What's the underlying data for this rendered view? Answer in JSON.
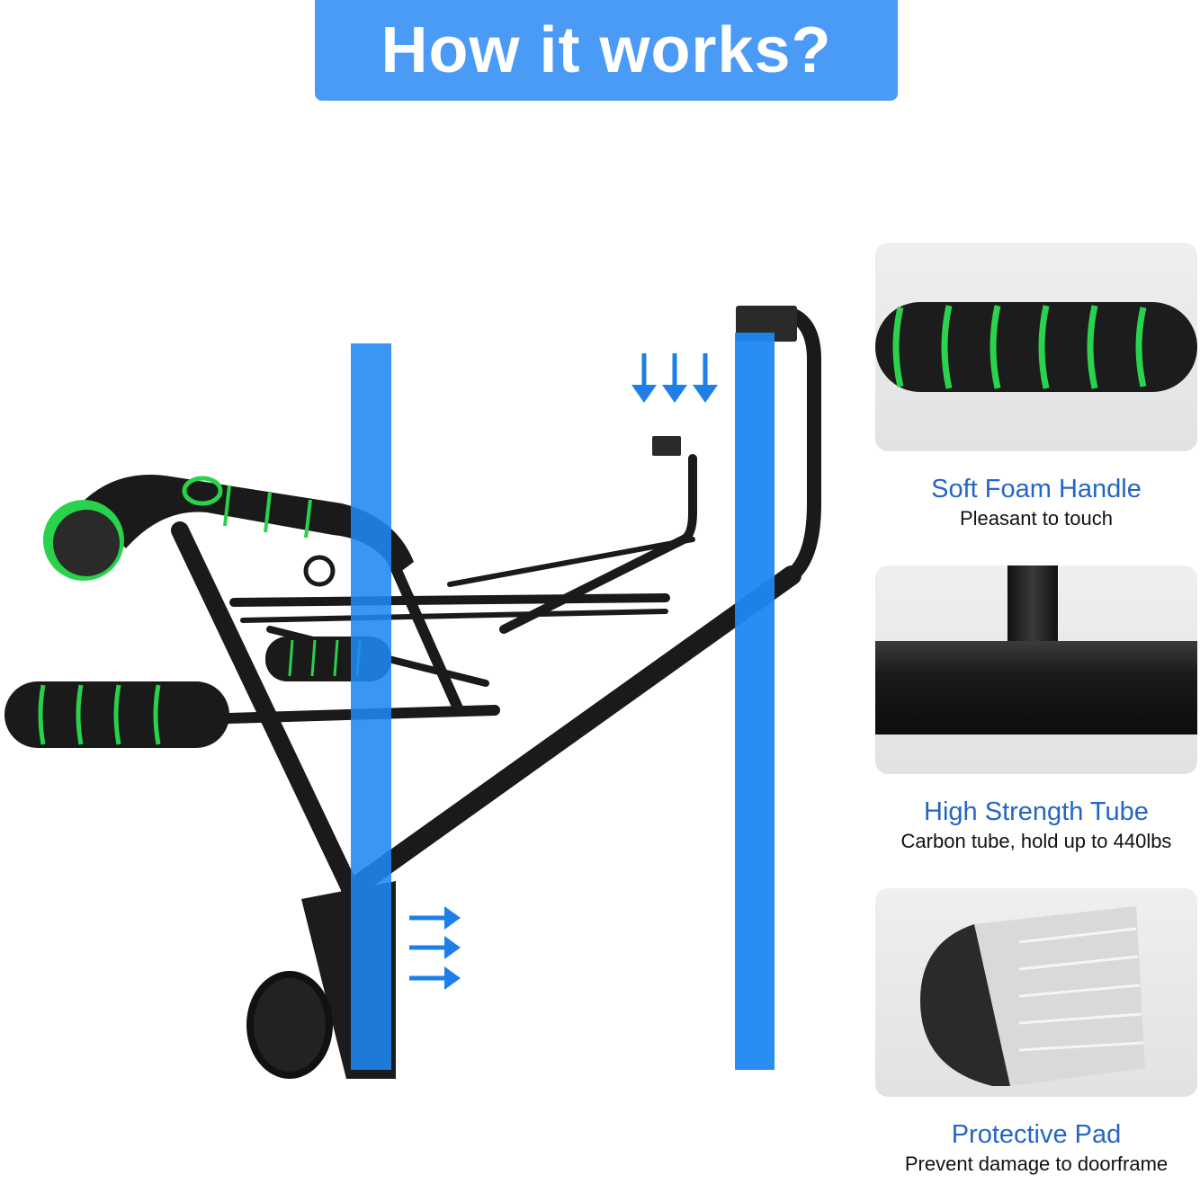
{
  "header": {
    "title": "How it works?",
    "background_color": "#4a9bf5"
  },
  "diagram": {
    "description": "Pull-up bar mounted across a door frame",
    "door_frame_color": "#1e88f0",
    "arrows": {
      "down": {
        "count": 3,
        "icon": "arrow-down-icon"
      },
      "right": {
        "count": 3,
        "icon": "arrow-right-icon"
      }
    },
    "foam_accent_color": "#28d24a"
  },
  "features": [
    {
      "title": "Soft Foam Handle",
      "subtitle": "Pleasant to touch",
      "icon": "foam-handle-image"
    },
    {
      "title": "High Strength Tube",
      "subtitle": "Carbon tube, hold up to 440lbs",
      "icon": "tube-image"
    },
    {
      "title": "Protective Pad",
      "subtitle": "Prevent damage to doorframe",
      "icon": "pad-image"
    }
  ],
  "colors": {
    "feature_title": "#2466c4",
    "feature_subtitle": "#111111"
  }
}
